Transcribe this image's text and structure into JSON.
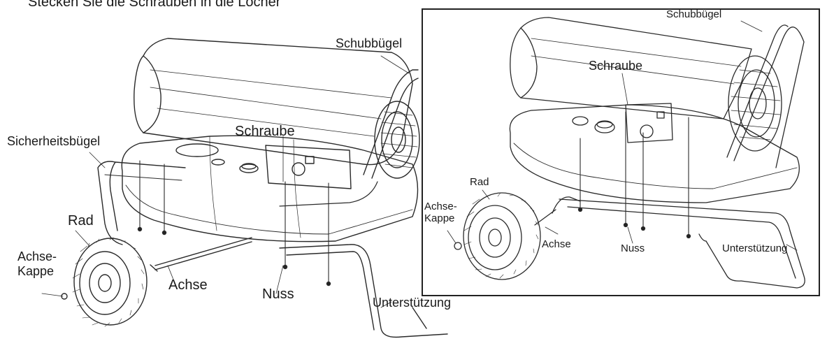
{
  "instruction": "Stecken Sie die Schrauben in die Löcher",
  "main_labels": {
    "schubbuegel": "Schubbügel",
    "sicherheitsbuegel": "Sicherheitsbügel",
    "schraube": "Schraube",
    "rad": "Rad",
    "achse_kappe": "Achse-\nKappe",
    "achse": "Achse",
    "nuss": "Nuss",
    "unterstuetzung": "Unterstützung"
  },
  "inset_labels": {
    "schubbuegel": "Schubbügel",
    "schraube": "Schraube",
    "rad": "Rad",
    "achse_kappe": "Achse-\nKappe",
    "achse": "Achse",
    "nuss": "Nuss",
    "unterstuetzung": "Unterstützung"
  }
}
